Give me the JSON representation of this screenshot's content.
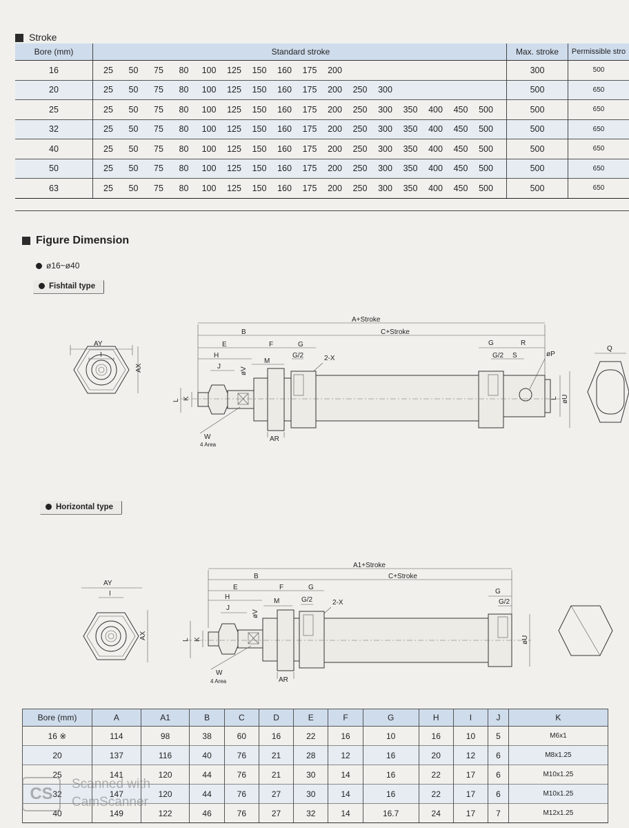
{
  "stroke_section": {
    "title": "Stroke",
    "headers": {
      "bore": "Bore (mm)",
      "standard": "Standard stroke",
      "max": "Max. stroke",
      "permissible": "Permissible stro"
    },
    "rows": [
      {
        "bore": "16",
        "strokes": [
          "25",
          "50",
          "75",
          "80",
          "100",
          "125",
          "150",
          "160",
          "175",
          "200"
        ],
        "max": "300",
        "perm": "500"
      },
      {
        "bore": "20",
        "strokes": [
          "25",
          "50",
          "75",
          "80",
          "100",
          "125",
          "150",
          "160",
          "175",
          "200",
          "250",
          "300"
        ],
        "max": "500",
        "perm": "650"
      },
      {
        "bore": "25",
        "strokes": [
          "25",
          "50",
          "75",
          "80",
          "100",
          "125",
          "150",
          "160",
          "175",
          "200",
          "250",
          "300",
          "350",
          "400",
          "450",
          "500"
        ],
        "max": "500",
        "perm": "650"
      },
      {
        "bore": "32",
        "strokes": [
          "25",
          "50",
          "75",
          "80",
          "100",
          "125",
          "150",
          "160",
          "175",
          "200",
          "250",
          "300",
          "350",
          "400",
          "450",
          "500"
        ],
        "max": "500",
        "perm": "650"
      },
      {
        "bore": "40",
        "strokes": [
          "25",
          "50",
          "75",
          "80",
          "100",
          "125",
          "150",
          "160",
          "175",
          "200",
          "250",
          "300",
          "350",
          "400",
          "450",
          "500"
        ],
        "max": "500",
        "perm": "650"
      },
      {
        "bore": "50",
        "strokes": [
          "25",
          "50",
          "75",
          "80",
          "100",
          "125",
          "150",
          "160",
          "175",
          "200",
          "250",
          "300",
          "350",
          "400",
          "450",
          "500"
        ],
        "max": "500",
        "perm": "650"
      },
      {
        "bore": "63",
        "strokes": [
          "25",
          "50",
          "75",
          "80",
          "100",
          "125",
          "150",
          "160",
          "175",
          "200",
          "250",
          "300",
          "350",
          "400",
          "450",
          "500"
        ],
        "max": "500",
        "perm": "650"
      }
    ]
  },
  "figure_section": {
    "title": "Figure Dimension",
    "range": "ø16~ø40",
    "fishtail_label": "Fishtail type",
    "horizontal_label": "Horizontal type",
    "fishtail_labels": {
      "a_stroke": "A+Stroke",
      "b": "B",
      "c_stroke": "C+Stroke",
      "e": "E",
      "f": "F",
      "g": "G",
      "g2": "G/2",
      "h": "H",
      "j": "J",
      "m": "M",
      "x2": "2-X",
      "ov": "øV",
      "k": "K",
      "l": "L",
      "w": "W",
      "area": "4 Area",
      "ar": "AR",
      "ay": "AY",
      "i": "I",
      "ax": "AX",
      "r": "R",
      "s": "S",
      "op": "øP",
      "ou": "øU",
      "q": "Q"
    },
    "horizontal_labels": {
      "a1_stroke": "A1+Stroke",
      "b": "B",
      "c_stroke": "C+Stroke",
      "e": "E",
      "f": "F",
      "g": "G",
      "g2": "G/2",
      "h": "H",
      "j": "J",
      "m": "M",
      "x2": "2-X",
      "ov": "øV",
      "k": "K",
      "l": "L",
      "w": "W",
      "area": "4 Area",
      "ar": "AR",
      "ay": "AY",
      "i": "I",
      "ax": "AX",
      "ou": "øU"
    }
  },
  "dimension_table": {
    "headers": [
      "Bore (mm)",
      "A",
      "A1",
      "B",
      "C",
      "D",
      "E",
      "F",
      "G",
      "H",
      "I",
      "J",
      "K"
    ],
    "rows": [
      [
        "16 ※",
        "114",
        "98",
        "38",
        "60",
        "16",
        "22",
        "16",
        "10",
        "16",
        "10",
        "5",
        "M6x1"
      ],
      [
        "20",
        "137",
        "116",
        "40",
        "76",
        "21",
        "28",
        "12",
        "16",
        "20",
        "12",
        "6",
        "M8x1.25"
      ],
      [
        "25",
        "141",
        "120",
        "44",
        "76",
        "21",
        "30",
        "14",
        "16",
        "22",
        "17",
        "6",
        "M10x1.25"
      ],
      [
        "32",
        "147",
        "120",
        "44",
        "76",
        "27",
        "30",
        "14",
        "16",
        "22",
        "17",
        "6",
        "M10x1.25"
      ],
      [
        "40",
        "149",
        "122",
        "46",
        "76",
        "27",
        "32",
        "14",
        "16.7",
        "24",
        "17",
        "7",
        "M12x1.25"
      ]
    ]
  },
  "watermark": {
    "logo": "CS",
    "line1": "Scanned with",
    "line2": "CamScanner"
  }
}
